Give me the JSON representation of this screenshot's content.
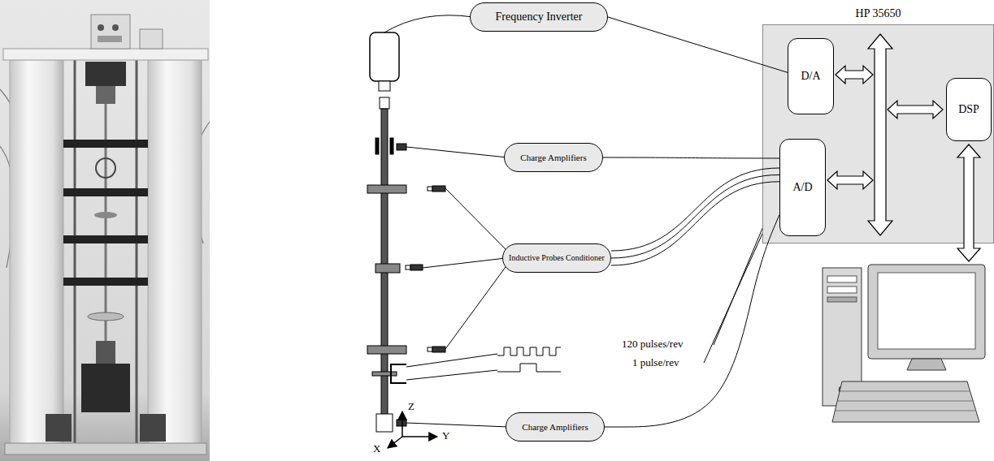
{
  "diagram": {
    "nodes": [
      {
        "text": [
          "Frequency Inverter"
        ]
      },
      {
        "text": [
          "HP 35650"
        ]
      },
      {
        "text": [
          "D/A"
        ],
        "in": 1
      },
      {
        "text": [
          "A/D"
        ],
        "in": 1
      },
      {
        "text": [
          "DSP"
        ],
        "in": 1
      },
      {
        "text": [
          "Charge Amplifiers"
        ]
      },
      {
        "text": [
          "Inductive Probes Conditioner"
        ]
      },
      {
        "text": [
          "Charge Amplifiers"
        ]
      }
    ],
    "edges": [
      {
        "from": 0,
        "to": 2,
        "arrow": "none"
      },
      {
        "from": 5,
        "to": 3,
        "arrow": "none"
      },
      {
        "from": 6,
        "to": 3,
        "arrow": "none"
      },
      {
        "from": 6,
        "to": 3,
        "arrow": "none"
      },
      {
        "from": 6,
        "to": 3,
        "arrow": "none"
      },
      {
        "from": 7,
        "to": 3,
        "arrow": "none"
      }
    ],
    "labels": [
      "120 pulses/rev",
      "1 pulse/rev",
      "Z",
      "Y",
      "X"
    ]
  }
}
